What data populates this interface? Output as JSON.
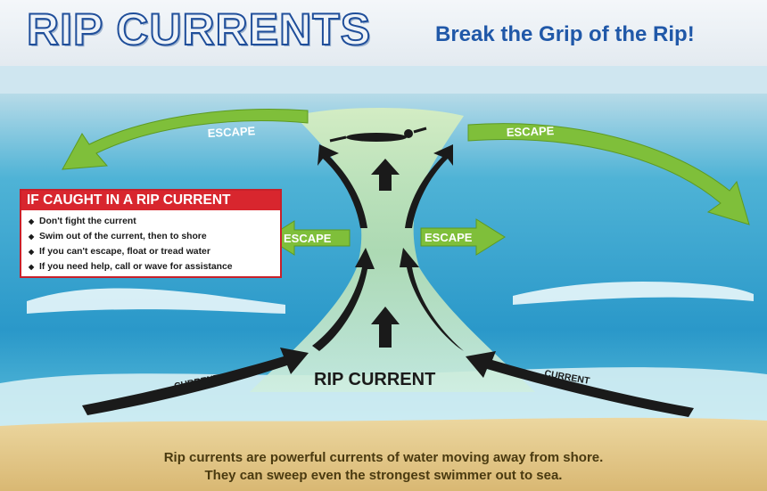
{
  "header": {
    "title": "RIP CURRENTS",
    "tagline": "Break the Grip of the Rip!"
  },
  "info_box": {
    "heading": "IF CAUGHT IN A RIP CURRENT",
    "bullet_icon": "diamond-icon",
    "items": [
      "Don't fight the current",
      "Swim out of the current, then to shore",
      "If you can't escape, float or tread water",
      "If you need help, call or wave for assistance"
    ]
  },
  "labels": {
    "escape_top_left": "ESCAPE",
    "escape_top_right": "ESCAPE",
    "escape_mid_left": "ESCAPE",
    "escape_mid_right": "ESCAPE",
    "rip_current": "RIP CURRENT",
    "current_left": "CURRENT",
    "current_right": "CURRENT"
  },
  "footer": {
    "line1": "Rip currents are powerful currents of water moving away from shore.",
    "line2": "They can sweep even the strongest swimmer out to sea."
  },
  "colors": {
    "title_outline": "#1f4e9a",
    "tagline": "#2058a8",
    "escape_arrow": "#7fbf3a",
    "current_arrow": "#1a1a1a",
    "info_heading": "#d8262e",
    "sand": "#e3c98a",
    "footer_text": "#4a3a10"
  }
}
